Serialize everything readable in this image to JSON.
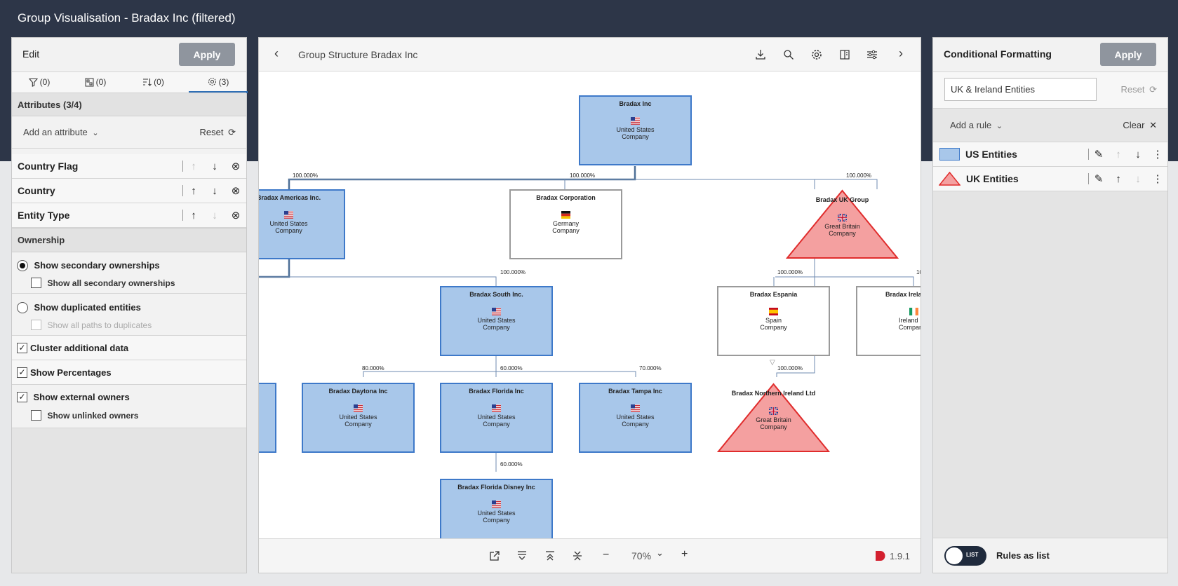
{
  "app": {
    "title": "Group Visualisation - Bradax Inc (filtered)"
  },
  "left": {
    "header": {
      "title": "Edit",
      "apply_label": "Apply"
    },
    "tabs": [
      {
        "icon": "filter-icon",
        "count": "(0)"
      },
      {
        "icon": "group-icon",
        "count": "(0)"
      },
      {
        "icon": "sort-icon",
        "count": "(0)"
      },
      {
        "icon": "gear-icon",
        "count": "(3)"
      }
    ],
    "attributes_header": "Attributes (3/4)",
    "add_attribute_label": "Add an attribute",
    "reset_label": "Reset",
    "attributes": [
      {
        "label": "Country Flag",
        "up_enabled": false,
        "down_enabled": true
      },
      {
        "label": "Country",
        "up_enabled": true,
        "down_enabled": true
      },
      {
        "label": "Entity Type",
        "up_enabled": true,
        "down_enabled": false
      }
    ],
    "ownership_header": "Ownership",
    "options": {
      "secondary": "Show secondary ownerships",
      "all_secondary": "Show all secondary ownerships",
      "duplicated": "Show duplicated entities",
      "all_paths": "Show all paths to duplicates",
      "cluster": "Cluster additional data",
      "percentages": "Show Percentages",
      "external": "Show external owners",
      "unlinked": "Show unlinked owners"
    }
  },
  "center": {
    "title": "Group Structure Bradax Inc",
    "zoom": "70%",
    "version": "1.9.1",
    "nodes": {
      "bradax_inc": {
        "name": "Bradax Inc",
        "country": "United States",
        "type": "Company"
      },
      "americas": {
        "name": "Bradax Americas Inc.",
        "country": "United States",
        "type": "Company"
      },
      "corporation": {
        "name": "Bradax Corporation",
        "country": "Germany",
        "type": "Company"
      },
      "uk_group": {
        "name": "Bradax UK Group",
        "country": "Great Britain",
        "type": "Company"
      },
      "south": {
        "name": "Bradax South Inc.",
        "country": "United States",
        "type": "Company"
      },
      "espania": {
        "name": "Bradax Espania",
        "country": "Spain",
        "type": "Company"
      },
      "ireland": {
        "name": "Bradax Irela",
        "country": "Ireland",
        "type": "Compan"
      },
      "daytona": {
        "name": "Bradax Daytona Inc",
        "country": "United States",
        "type": "Company"
      },
      "florida": {
        "name": "Bradax Florida Inc",
        "country": "United States",
        "type": "Company"
      },
      "tampa": {
        "name": "Bradax Tampa Inc",
        "country": "United States",
        "type": "Company"
      },
      "northern_ireland": {
        "name": "Bradax Northern Ireland Ltd",
        "country": "Great Britain",
        "type": "Company"
      },
      "disney": {
        "name": "Bradax Florida Disney Inc",
        "country": "United States",
        "type": "Company"
      }
    },
    "pcts": {
      "p1": "100.000%",
      "p2": "100.000%",
      "p3": "100.000%",
      "p4": "100.000%",
      "p5": "100.000%",
      "p6": "10",
      "p7": "80.000%",
      "p8": "60.000%",
      "p9": "70.000%",
      "p10": "100.000%",
      "p11": "60.000%"
    }
  },
  "right": {
    "header": {
      "title": "Conditional Formatting",
      "apply_label": "Apply"
    },
    "name_value": "UK & Ireland Entities",
    "reset_label": "Reset",
    "add_rule_label": "Add a rule",
    "clear_label": "Clear",
    "rules": [
      {
        "label": "US Entities",
        "shape": "rectangle",
        "color": "#a8c7ea"
      },
      {
        "label": "UK Entities",
        "shape": "triangle",
        "color": "#f4a0a0"
      }
    ],
    "toggle_text": "LIST",
    "toggle_label": "Rules as list"
  },
  "colors": {
    "topbar": "#2d3648",
    "us_fill": "#a8c7ea",
    "us_border": "#3e79c9",
    "uk_fill": "#f4a0a0",
    "uk_border": "#e02c2c",
    "brand": "#d3202f"
  }
}
